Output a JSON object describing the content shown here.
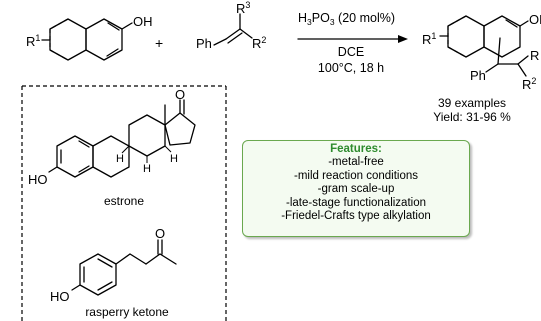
{
  "reactants": {
    "naphthol": {
      "substituent": "R",
      "substituent_sup": "1",
      "group": "OH"
    },
    "plus": "+",
    "alkene": {
      "phenyl": "Ph",
      "r3_base": "R",
      "r3_sup": "3",
      "r2_base": "R",
      "r2_sup": "2"
    }
  },
  "conditions": {
    "catalyst_prefix": "H",
    "catalyst_sub1": "3",
    "catalyst_mid": "PO",
    "catalyst_sub2": "3",
    "catalyst_loading": " (20 mol%)",
    "solvent": "DCE",
    "temp_time": "100°C, 18 h"
  },
  "product": {
    "substituent": "R",
    "substituent_sup": "1",
    "group": "OH",
    "phenyl": "Ph",
    "r_top": "R",
    "r2_base": "R",
    "r2_sup": "2"
  },
  "summary": {
    "examples": "39 examples",
    "yield": "Yield: 31-96 %"
  },
  "substrates": {
    "estrone": {
      "label": "estrone",
      "ketone_o": "O",
      "phenol": "HO",
      "h1": "H",
      "h2": "H",
      "h3": "H"
    },
    "raspberry": {
      "label": "rasperry ketone",
      "ketone_o": "O",
      "phenol": "HO"
    }
  },
  "features": {
    "title": "Features:",
    "items": [
      "-metal-free",
      "-mild reaction conditions",
      "-gram scale-up",
      "-late-stage functionalization",
      "-Friedel-Crafts type alkylation"
    ]
  },
  "colors": {
    "features_border": "#6aa84f",
    "features_title": "#2e8b2e",
    "features_bg": "#f4fbf1"
  }
}
